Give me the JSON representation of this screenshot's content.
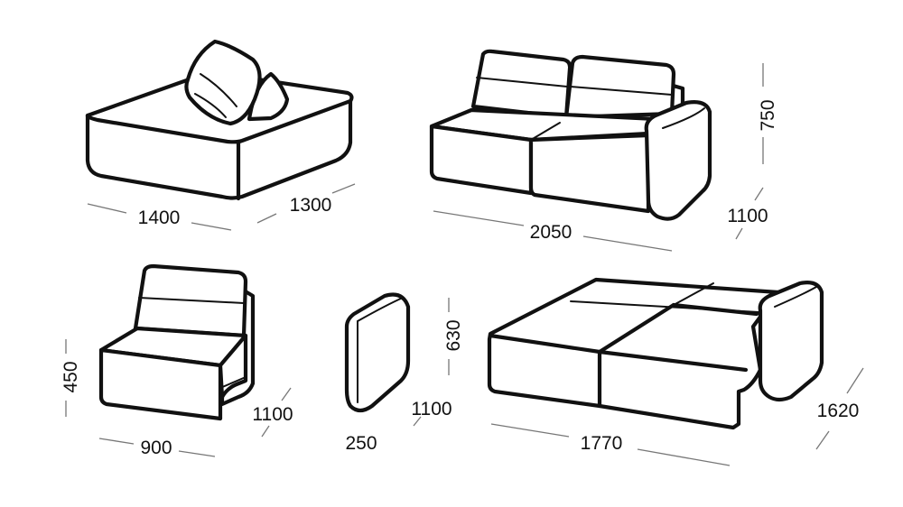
{
  "dimensions": {
    "pouf_width": "1400",
    "pouf_depth": "1300",
    "sofa_width": "2050",
    "sofa_depth": "1100",
    "sofa_height": "750",
    "chair_width": "900",
    "chair_depth": "1100",
    "chair_seat_height": "450",
    "armrest_width": "250",
    "armrest_depth": "1100",
    "armrest_height": "630",
    "bed_width": "1770",
    "bed_length": "1620"
  }
}
